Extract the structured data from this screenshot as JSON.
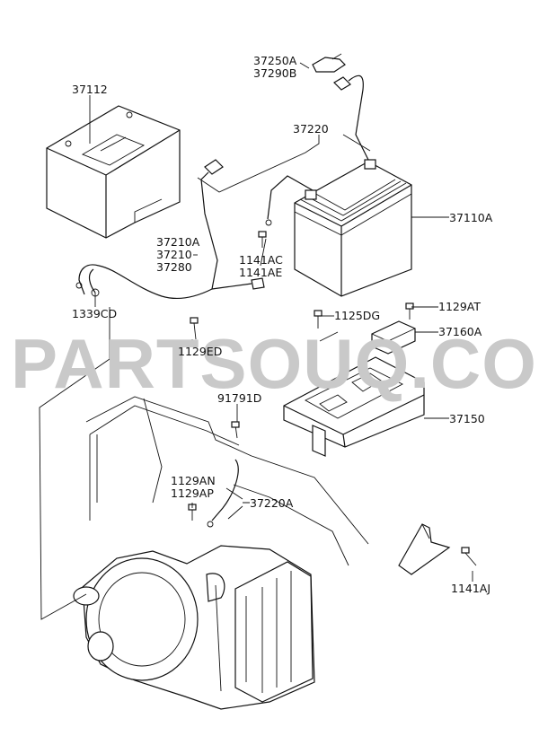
{
  "watermark": "PARTSOUQ.COM",
  "labels": {
    "p37112": "37112",
    "p37250a": "37250A",
    "p37290b": "37290B",
    "p37220": "37220",
    "p37110a": "37110A",
    "p37210a": "37210A",
    "p37210": "37210",
    "p37280": "37280",
    "p1141ac": "1141AC",
    "p1141ae": "1141AE",
    "p1339cd": "1339CD",
    "p1125dg": "1125DG",
    "p1129at": "1129AT",
    "p37160a": "37160A",
    "p1129ed": "1129ED",
    "p91791d": "91791D",
    "p37150": "37150",
    "p1129an": "1129AN",
    "p1129ap": "1129AP",
    "p37220a": "37220A",
    "p1141aj": "1141AJ"
  },
  "colors": {
    "line": "#111111",
    "watermark": "#c9c9c9",
    "background": "#ffffff"
  }
}
